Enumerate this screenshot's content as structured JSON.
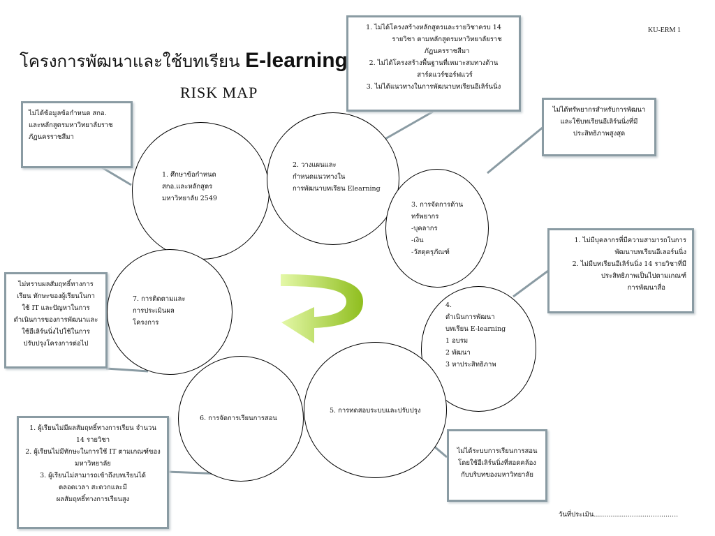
{
  "header": {
    "title_th": "โครงการพัฒนาและใช้บทเรียน",
    "title_en": "E-learning",
    "subtitle": "RISK  MAP",
    "doc_code": "KU-ERM 1"
  },
  "risks": {
    "top": [
      "1. ไม่ได้โครงสร้างหลักสูตรและรายวิชาครบ 14",
      "รายวิชา ตามหลักสูตรมหาวิทยาลัยราช",
      "ภัฏนครราชสีมา",
      "2. ไม่ได้โครงสร้างพื้นฐานที่เหมาะสมทางด้าน",
      "สาร์ดแวร์ซอร์ฟแวร์",
      "3. ไม่ได้แนวทางในการพัฒนาบทเรียนอีเลิร์นนิ่ง"
    ],
    "top_left": [
      "ไม่ได้ข้อมูลข้อกำหนด สกอ.",
      "และหลักสูตรมหาวิทยาลัยราช",
      "ภัฏนครราชสีมา"
    ],
    "right_top": [
      "ไม่ได้ทรัพยากรสำหรับการพัฒนา",
      "และใช้บทเรียนอีเลิร์นนิ่งที่มี",
      "ประสิทธิภาพสูงสุด"
    ],
    "right_mid": [
      "1. ไม่มีบุคลากรที่มีความสามารถในการ",
      "พัฒนาบทเรียนอีเลอร์นนิ่ง",
      "2. ไม่มีบทเรียนอีเลิร์นนิ่ง 14 รายวิชาที่มี",
      "ประสิทธิภาพเป็นไปตามเกณฑ์",
      "การพัฒนาสื่อ"
    ],
    "left_mid": [
      "ไม่ทราบผลสัมฤทธิ์ทางการ",
      "เรียน ทักษะของผู้เรียนในกา",
      "ใช้ IT และปัญหาในการ",
      "ดำเนินการของการพัฒนาและ",
      "ใช้อีเลิร์นนิ่งไปใช้ในการ",
      "ปรับปรุงโครงการต่อไป"
    ],
    "bottom_left": [
      "1. ผู้เรียนไม่มีผลสัมฤทธิ์ทางการเรียน จำนวน",
      "14 รายวิชา",
      "2. ผู้เรียนไม่มีทักษะในการใช้ IT ตามเกณฑ์ของ",
      "มหาวิทยาลัย",
      "3. ผู้เรียนไม่สามารถเข้าถึงบทเรียนได้",
      "ตลอดเวลา สะดวกและมี",
      "ผลสัมฤทธิ์ทางการเรียนสูง"
    ],
    "bottom_right": [
      "ไม่ได้ระบบการเรียนการสอน",
      "โดยใช้อีเลิร์นนิ่งที่สอดคล้อง",
      "กับบริบทของมหาวิทยาลัย"
    ]
  },
  "phases": {
    "p1": [
      "1. ศึกษาข้อกำหนด",
      "สกอ.และหลักสูตร",
      "มหาวิทยาลัย 2549"
    ],
    "p2": [
      "2. วางแผนและ",
      "กำหนดแนวทางใน",
      "การพัฒนาบทเรียน Elearning"
    ],
    "p3": [
      "3. การจัดการด้าน",
      "ทรัพยากร",
      "-บุคลากร",
      "-เงิน",
      "-วัสดุครุภัณฑ์"
    ],
    "p4": [
      "4.",
      "ดำเนินการพัฒนา",
      "บทเรียน E-learning",
      "1 อบรม",
      "2 พัฒนา",
      "3 หาประสิทธิภาพ"
    ],
    "p5": [
      "5. การทดสอบระบบและปรับปรุง"
    ],
    "p6": [
      "6. การจัดการเรียนการสอน"
    ],
    "p7": [
      "7. การติดตามและ",
      "การประเมินผล",
      "โครงการ"
    ]
  },
  "footer": {
    "assess_date": "วันที่ประเมิน........................................"
  },
  "colors": {
    "box_border": "#8a9ba3",
    "connector": "#8a9ba3",
    "arrow_light": "#d6f28a",
    "arrow_dark": "#8fbe1e"
  },
  "icons": {
    "cycle_arrow": "curved-arrow-icon"
  }
}
